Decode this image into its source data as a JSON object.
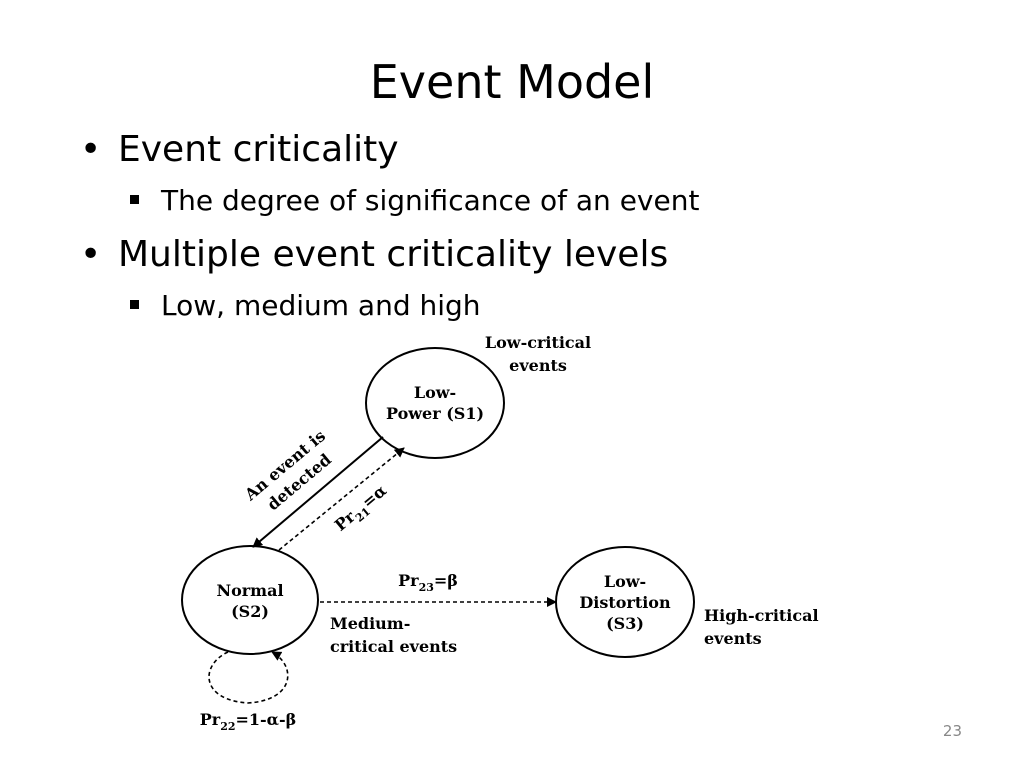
{
  "slide": {
    "title": "Event Model",
    "bullets": [
      {
        "text": "Event criticality",
        "sub": "The degree of significance of an event"
      },
      {
        "text": "Multiple event criticality levels",
        "sub": "Low, medium and high"
      }
    ],
    "page_number": "23"
  },
  "diagram": {
    "states": [
      {
        "line1": "Low-",
        "line2": "Power (S1)"
      },
      {
        "line1": "Normal",
        "line2": "(S2)"
      },
      {
        "line1": "Low-",
        "line2": "Distortion",
        "line3": "(S3)"
      }
    ],
    "annotations": {
      "low_critical_1": "Low-critical",
      "low_critical_2": "events",
      "event_detected_1": "An event is",
      "event_detected_2": "detected",
      "pr21": "Pr21=α",
      "pr23": "Pr23=β",
      "medium_critical_1": "Medium-",
      "medium_critical_2": "critical events",
      "high_critical_1": "High-critical",
      "high_critical_2": "events",
      "pr22": "Pr22=1-α-β"
    }
  }
}
